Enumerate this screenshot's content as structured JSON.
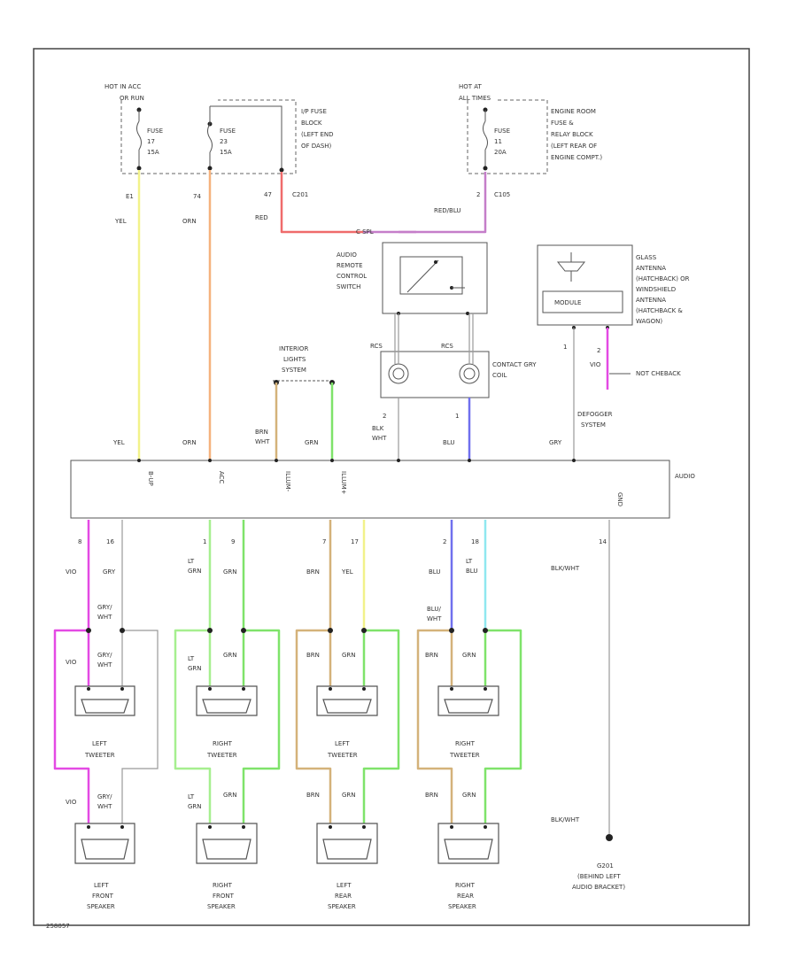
{
  "fuse_blocks": {
    "hot_run_acc": {
      "header": "HOT IN ACC",
      "sub": "OR RUN"
    },
    "fuse_a": {
      "name": "FUSE",
      "num": "17",
      "amp": "15A"
    },
    "fuse_b": {
      "name": "FUSE",
      "num": "23",
      "amp": "15A"
    },
    "ip_desc": [
      "I/P FUSE",
      "BLOCK",
      "(LEFT END",
      "OF DASH)"
    ],
    "hot_at_all": {
      "header": "HOT AT",
      "sub": "ALL TIMES"
    },
    "fuse_c": {
      "name": "FUSE",
      "num": "11",
      "amp": "20A"
    },
    "engine_desc": [
      "ENGINE ROOM",
      "FUSE &",
      "RELAY BLOCK",
      "(LEFT REAR OF",
      "ENGINE COMPT.)"
    ]
  },
  "connectors": {
    "c201": "C201",
    "c105": "C105",
    "pin_47": "47",
    "pin_2": "2",
    "pin_e1": "E1",
    "pin_74": "74",
    "c_spl": "C SPL"
  },
  "wire_labels": {
    "yel": "YEL",
    "orn": "ORN",
    "red": "RED",
    "red_blu": "RED/BLU",
    "brn_wht": [
      "BRN",
      "WHT"
    ],
    "grn": "GRN",
    "blk_wht": [
      "BLK",
      "WHT"
    ],
    "blu": "BLU",
    "gry": "GRY",
    "vio": "VIO",
    "blk_wht_single": "BLK/WHT"
  },
  "components": {
    "remote_switch": [
      "AUDIO",
      "REMOTE",
      "CONTROL",
      "SWITCH"
    ],
    "clock_spring": [
      "CONTACT GRY",
      "COIL"
    ],
    "clock_pins": {
      "left": "RCS",
      "right": "RCS"
    },
    "interior_lights": [
      "INTERIOR",
      "LIGHTS",
      "SYSTEM"
    ],
    "antenna": [
      "GLASS",
      "ANTENNA",
      "(HATCHBACK) OR",
      "WINDSHIELD",
      "ANTENNA",
      "(HATCHBACK &",
      "WAGON)"
    ],
    "antenna_module": "MODULE",
    "not_hatchback": "NOT CHEBACK",
    "defogger": [
      "DEFOGGER",
      "SYSTEM"
    ],
    "audio_unit": "AUDIO",
    "audio_pins": [
      "B-UP",
      "ACC",
      "ILLUM-",
      "ILLUM+",
      "",
      "",
      "GND"
    ]
  },
  "pin_numbers": {
    "top_left": "1",
    "top_right": "1",
    "mid_left": "2",
    "mid_right": "1",
    "ant_left": "1",
    "ant_right": "2",
    "row": [
      "8",
      "16",
      "1",
      "9",
      "7",
      "17",
      "2",
      "18",
      "14"
    ]
  },
  "speakers": [
    {
      "tweeter": [
        "LEFT",
        "TWEETER"
      ],
      "speaker": [
        "LEFT",
        "FRONT",
        "SPEAKER"
      ],
      "w1": [
        "VIO"
      ],
      "w2": [
        "GRY"
      ],
      "w3": [
        "GRY/",
        "WHT"
      ],
      "w4": [
        "VIO"
      ],
      "w5": [
        "GRY/",
        "WHT"
      ]
    },
    {
      "tweeter": [
        "RIGHT",
        "TWEETER"
      ],
      "speaker": [
        "RIGHT",
        "FRONT",
        "SPEAKER"
      ],
      "w1": [
        "LT",
        "GRN"
      ],
      "w2": [
        "GRN"
      ],
      "w3": [
        "LT",
        "GRN"
      ],
      "w4": [
        "LT",
        "GRN"
      ],
      "w5": [
        "GRN"
      ]
    },
    {
      "tweeter": [
        "LEFT",
        "TWEETER"
      ],
      "speaker": [
        "LEFT",
        "REAR",
        "SPEAKER"
      ],
      "w1": [
        "BRN"
      ],
      "w2": [
        "YEL"
      ],
      "w3": [
        "BRN"
      ],
      "w4": [
        "BRN"
      ],
      "w5": [
        "GRN"
      ]
    },
    {
      "tweeter": [
        "RIGHT",
        "TWEETER"
      ],
      "speaker": [
        "RIGHT",
        "REAR",
        "SPEAKER"
      ],
      "w1": [
        "BLU"
      ],
      "w2": [
        "LT",
        "BLU"
      ],
      "w3": [
        "BLU/",
        "WHT"
      ],
      "w4": [
        "BRN"
      ],
      "w5": [
        "GRN"
      ]
    }
  ],
  "ground": {
    "label": "BLK/WHT",
    "name": [
      "G201",
      "(BEHIND LEFT",
      "AUDIO BRACKET)"
    ]
  },
  "footer_code": "258057"
}
